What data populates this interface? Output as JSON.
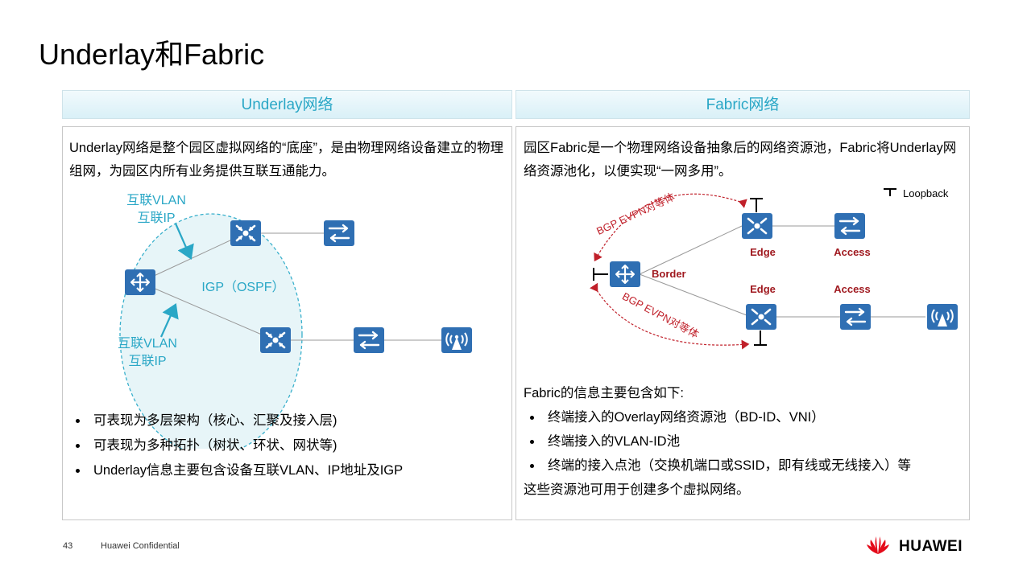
{
  "page": {
    "title": "Underlay和Fabric",
    "page_number": "43",
    "confidential": "Huawei Confidential",
    "brand": "HUAWEI"
  },
  "colors": {
    "accent": "#2aa7c6",
    "device": "#2f6fb3",
    "bgp_red": "#c0202a",
    "brand_red": "#e40b1a"
  },
  "left": {
    "header": "Underlay网络",
    "description": "Underlay网络是整个园区虚拟网络的“底座”，是由物理网络设备建立的物理组网，为园区内所有业务提供互联互通能力。",
    "diagram": {
      "label_top_1": "互联VLAN",
      "label_top_2": "互联IP",
      "label_bottom_1": "互联VLAN",
      "label_bottom_2": "互联IP",
      "igp": "IGP（OSPF）"
    },
    "bullets": [
      "可表现为多层架构（核心、汇聚及接入层)",
      "可表现为多种拓扑（树状、环状、网状等)",
      "Underlay信息主要包含设备互联VLAN、IP地址及IGP"
    ]
  },
  "right": {
    "header": "Fabric网络",
    "description": "园区Fabric是一个物理网络设备抽象后的网络资源池，Fabric将Underlay网络资源池化，以便实现“一网多用”。",
    "diagram": {
      "loopback": "Loopback",
      "bgp_top": "BGP EVPN对等体",
      "bgp_bottom": "BGP EVPN对等体",
      "border": "Border",
      "edge_top": "Edge",
      "access_top": "Access",
      "edge_bottom": "Edge",
      "access_bottom": "Access"
    },
    "info_title": "Fabric的信息主要包含如下:",
    "bullets": [
      "终端接入的Overlay网络资源池（BD-ID、VNI）",
      "终端接入的VLAN-ID池",
      "终端的接入点池（交换机端口或SSID，即有线或无线接入）等"
    ],
    "tail": "这些资源池可用于创建多个虚拟网络。"
  }
}
